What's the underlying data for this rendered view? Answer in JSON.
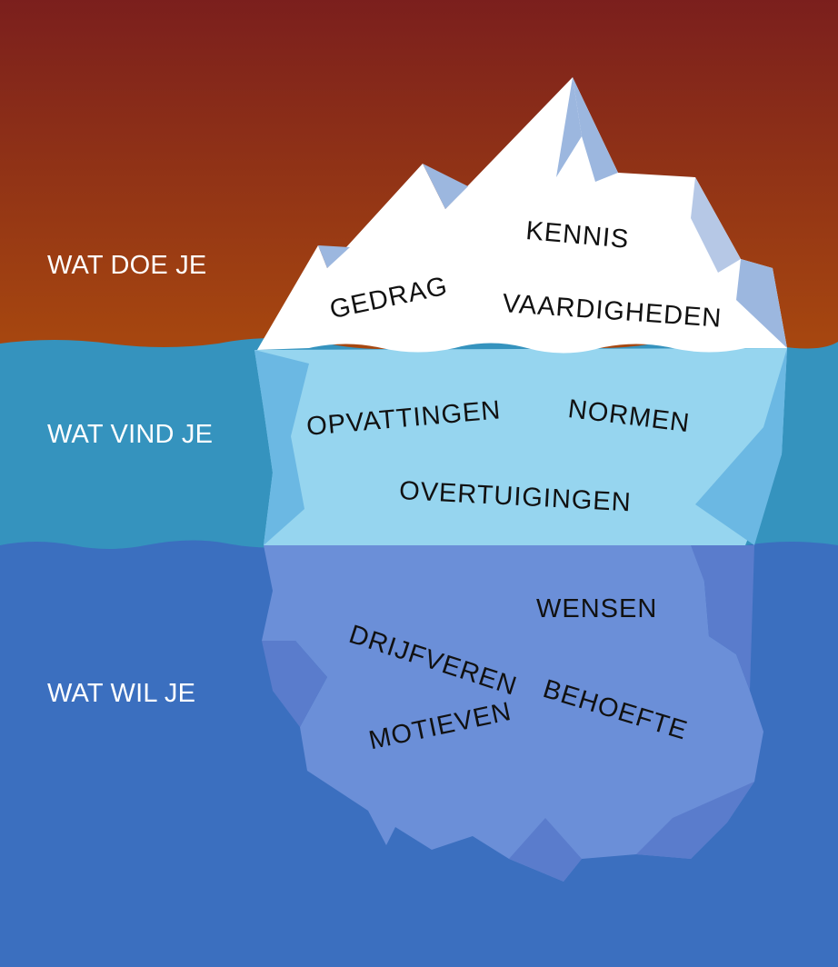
{
  "colors": {
    "sky_top": "#7b1f1d",
    "sky_bottom": "#a8480f",
    "middle_water": "#3593be",
    "deep_water": "#3b6fbf",
    "ice_top": "#ffffff",
    "ice_middle": "#96d5ef",
    "ice_deep": "#6b8fd8"
  },
  "layers": [
    {
      "label": "WAT DOE JE",
      "words": [
        "KENNIS",
        "GEDRAG",
        "VAARDIGHEDEN"
      ]
    },
    {
      "label": "WAT VIND JE",
      "words": [
        "OPVATTINGEN",
        "NORMEN",
        "OVERTUIGINGEN"
      ]
    },
    {
      "label": "WAT WIL JE",
      "words": [
        "WENSEN",
        "DRIJFVEREN",
        "BEHOEFTE",
        "MOTIEVEN"
      ]
    }
  ]
}
